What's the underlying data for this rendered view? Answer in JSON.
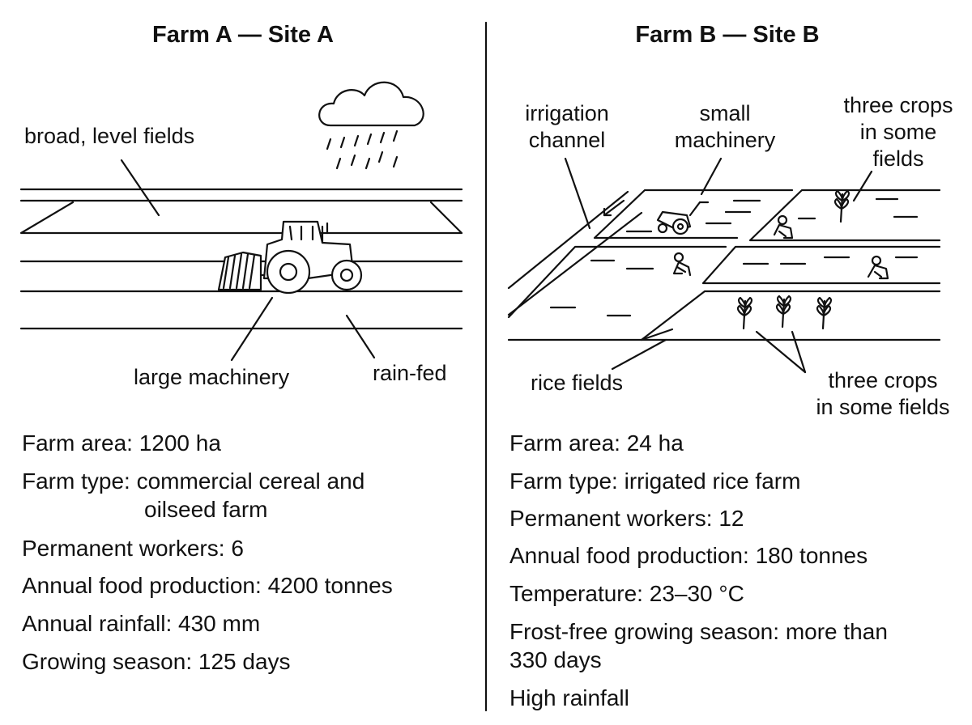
{
  "farm_a": {
    "title": "Farm A — Site A",
    "labels": {
      "fields": "broad, level fields",
      "machinery": "large machinery",
      "rain": "rain-fed"
    },
    "facts": [
      {
        "key": "Farm area:",
        "value": "1200 ha"
      },
      {
        "key": "Farm type:",
        "value": "commercial cereal and",
        "value2": "oilseed farm"
      },
      {
        "key": "Permanent workers:",
        "value": "6"
      },
      {
        "key": "Annual food production:",
        "value": "4200 tonnes"
      },
      {
        "key": "Annual rainfall:",
        "value": "430 mm"
      },
      {
        "key": "Growing season:",
        "value": "125 days"
      }
    ]
  },
  "farm_b": {
    "title": "Farm B — Site B",
    "labels": {
      "irrigation_1": "irrigation",
      "irrigation_2": "channel",
      "machinery_1": "small",
      "machinery_2": "machinery",
      "crops_top_1": "three crops",
      "crops_top_2": "in some",
      "crops_top_3": "fields",
      "rice": "rice fields",
      "crops_bottom_1": "three crops",
      "crops_bottom_2": "in some fields"
    },
    "facts": [
      {
        "key": "Farm area:",
        "value": "24 ha"
      },
      {
        "key": "Farm type:",
        "value": "irrigated rice farm"
      },
      {
        "key": "Permanent workers:",
        "value": "12"
      },
      {
        "key": "Annual food production:",
        "value": "180 tonnes"
      },
      {
        "key": "Temperature:",
        "value": "23–30 °C"
      },
      {
        "key": "Frost-free growing season:",
        "value": "more than",
        "value2": "330 days"
      },
      {
        "key": "High rainfall",
        "value": ""
      }
    ]
  },
  "icons": [
    "cloud-icon",
    "rain-icon",
    "tractor-icon",
    "small-tractor-icon",
    "person-icon",
    "crop-plant-icon",
    "arrow-icon"
  ]
}
